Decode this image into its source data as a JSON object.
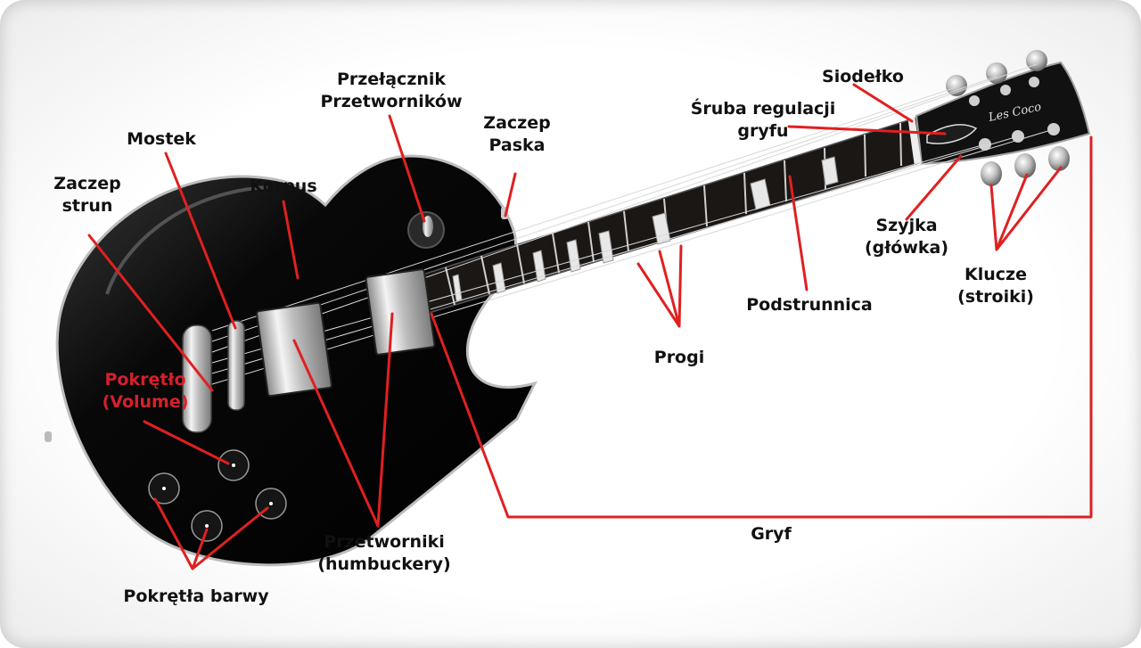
{
  "brand": "Les Coco",
  "colors": {
    "annotation_line": "#e02020",
    "label_text": "#111111",
    "highlight_label": "#d6202c",
    "guitar_body": "#0a0a0a"
  },
  "labels": {
    "przelacznik": [
      "Przełącznik",
      "Przetworników"
    ],
    "zaczep_paska": [
      "Zaczep",
      "Paska"
    ],
    "mostek": [
      "Mostek"
    ],
    "korpus": [
      "Korpus"
    ],
    "zaczep_strun": [
      "Zaczep",
      "strun"
    ],
    "pokretlo_volume": [
      "Pokrętło",
      "(Volume)"
    ],
    "przetworniki": [
      "Przetworniki",
      "(humbuckery)"
    ],
    "pokretla_barwy": [
      "Pokrętła barwy"
    ],
    "gryf": [
      "Gryf"
    ],
    "progi": [
      "Progi"
    ],
    "podstrunnica": [
      "Podstrunnica"
    ],
    "siodelko": [
      "Siodełko"
    ],
    "sruba": [
      "Śruba regulacji",
      "gryfu"
    ],
    "szyjka": [
      "Szyjka",
      "(główka)"
    ],
    "klucze": [
      "Klucze",
      "(stroiki)"
    ]
  }
}
